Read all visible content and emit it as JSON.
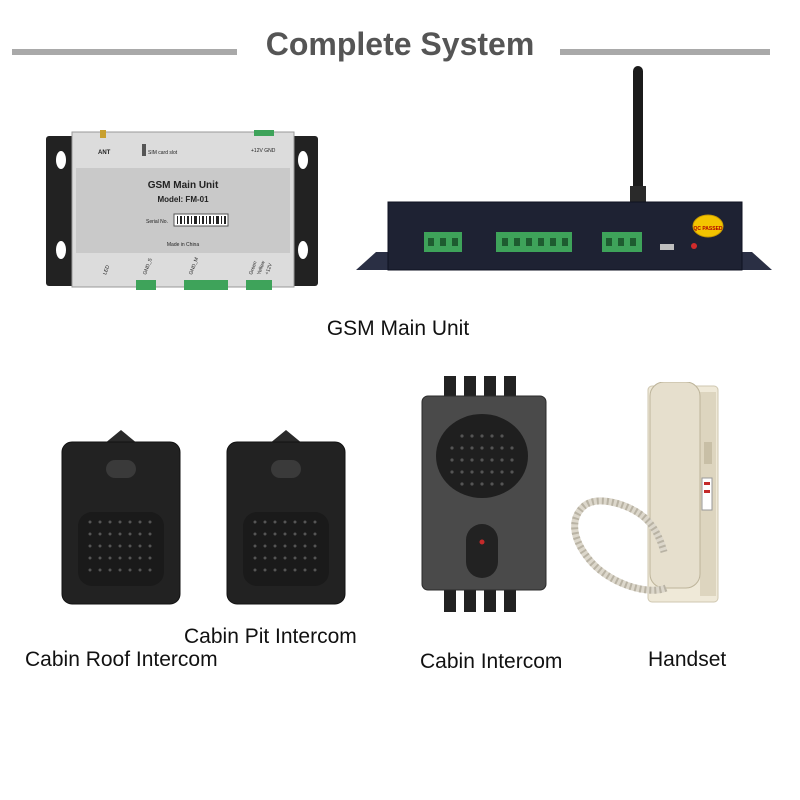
{
  "header": {
    "title": "Complete System"
  },
  "main_unit_panel": {
    "ant": "ANT",
    "sim_slot": "SIM card slot",
    "power": "+12V  GND",
    "unit_name": "GSM Main Unit",
    "model": "Model: FM-01",
    "serial_label": "Serial No.",
    "made_in": "Made in China",
    "bottom_labels": [
      "LED",
      "GND_S",
      "GND_M",
      "Green",
      "Yellow",
      "+12V"
    ]
  },
  "qc_sticker": "QC PASSED",
  "labels": {
    "gsm_main_unit": "GSM Main Unit",
    "cabin_roof_intercom": "Cabin Roof Intercom",
    "cabin_pit_intercom": "Cabin Pit Intercom",
    "cabin_intercom": "Cabin Intercom",
    "handset": "Handset"
  },
  "colors": {
    "rule": "#a9a9a9",
    "title": "#555555",
    "device_black": "#222222",
    "navy_case": "#1e2233",
    "terminal_green": "#3ea35a",
    "handset_beige": "#e6dfcd"
  }
}
